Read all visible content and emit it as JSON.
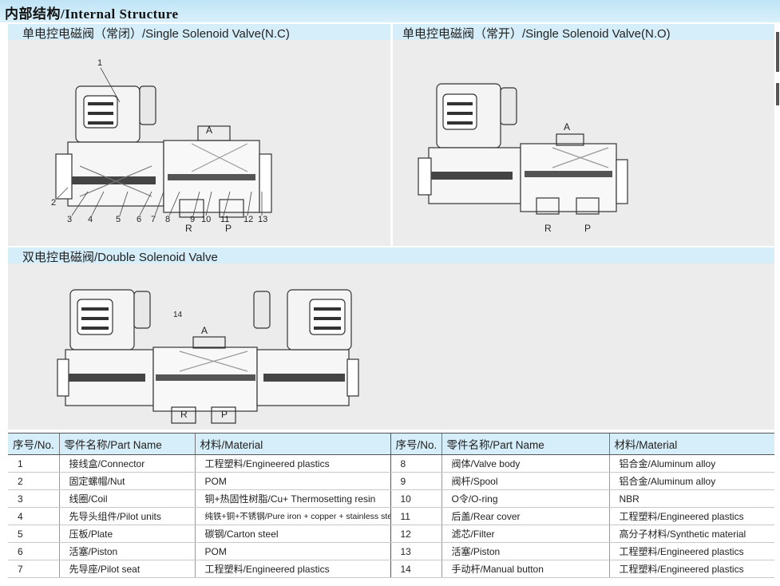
{
  "header": {
    "title": "内部结构/Internal Structure"
  },
  "diagrams": {
    "single_nc": {
      "title": "单电控电磁阀（常闭）/Single Solenoid Valve(N.C)",
      "port_a": "A",
      "port_r": "R",
      "port_p": "P",
      "callouts": [
        "1",
        "2",
        "3",
        "4",
        "5",
        "6",
        "7",
        "8",
        "9",
        "10",
        "11",
        "12",
        "13"
      ]
    },
    "single_no": {
      "title": "单电控电磁阀（常开）/Single Solenoid Valve(N.O)",
      "port_a": "A",
      "port_r": "R",
      "port_p": "P"
    },
    "double": {
      "title": "双电控电磁阀/Double Solenoid Valve",
      "callout_14": "14",
      "port_a": "A",
      "port_r": "R",
      "port_p": "P"
    }
  },
  "parts_table": {
    "headers": {
      "no": "序号/No.",
      "name": "零件名称/Part Name",
      "material": "材料/Material"
    },
    "left": [
      {
        "no": "1",
        "name": "接线盒/Connector",
        "material": "工程塑料/Engineered plastics"
      },
      {
        "no": "2",
        "name": "固定螺帽/Nut",
        "material": "POM"
      },
      {
        "no": "3",
        "name": "线圈/Coil",
        "material": "铜+热固性树脂/Cu+ Thermosetting resin"
      },
      {
        "no": "4",
        "name": "先导头组件/Pilot units",
        "material": "纯铁+铜+不锈钢/Pure iron + copper + stainless steel"
      },
      {
        "no": "5",
        "name": "压板/Plate",
        "material": "碳钢/Carton steel"
      },
      {
        "no": "6",
        "name": "活塞/Piston",
        "material": "POM"
      },
      {
        "no": "7",
        "name": "先导座/Pilot seat",
        "material": "工程塑料/Engineered plastics"
      }
    ],
    "right": [
      {
        "no": "8",
        "name": "阀体/Valve body",
        "material": "铝合金/Aluminum alloy"
      },
      {
        "no": "9",
        "name": "阀杆/Spool",
        "material": "铝合金/Aluminum alloy"
      },
      {
        "no": "10",
        "name": "O令/O-ring",
        "material": "NBR"
      },
      {
        "no": "11",
        "name": "后盖/Rear cover",
        "material": "工程塑料/Engineered plastics"
      },
      {
        "no": "12",
        "name": "滤芯/Filter",
        "material": "高分子材料/Synthetic material"
      },
      {
        "no": "13",
        "name": "活塞/Piston",
        "material": "工程塑料/Engineered plastics"
      },
      {
        "no": "14",
        "name": "手动杆/Manual button",
        "material": "工程塑料/Engineered plastics"
      }
    ]
  }
}
